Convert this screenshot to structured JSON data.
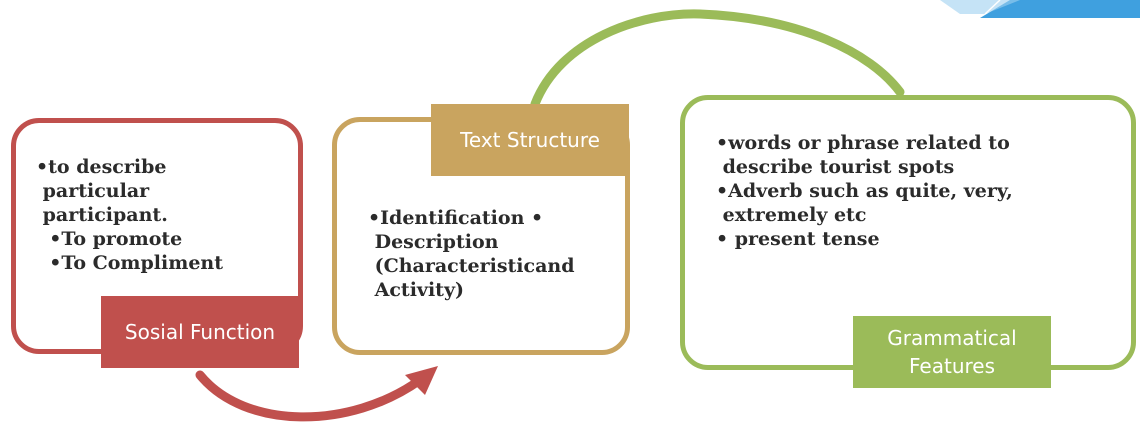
{
  "colors": {
    "social": "#c0504d",
    "text": "#c9a45f",
    "grammar": "#9bbb59",
    "corner_decoration": "#1e8fd6"
  },
  "social_function": {
    "label": "Sosial Function",
    "lines": [
      "•to describe",
      " particular",
      " participant.",
      "  •To promote",
      "  •To Compliment"
    ]
  },
  "text_structure": {
    "label": "Text Structure",
    "lines": [
      "•Identification •",
      " Description",
      " (Characteristicand",
      " Activity)"
    ]
  },
  "grammatical_features": {
    "label_line1": "Grammatical",
    "label_line2": "Features",
    "lines": [
      "•words or phrase related to",
      " describe tourist spots",
      "•Adverb such as quite, very,",
      " extremely etc",
      "• present tense"
    ]
  },
  "arrows": {
    "social_to_text": "curved-arrow",
    "text_to_grammar": "curved-arrow"
  }
}
